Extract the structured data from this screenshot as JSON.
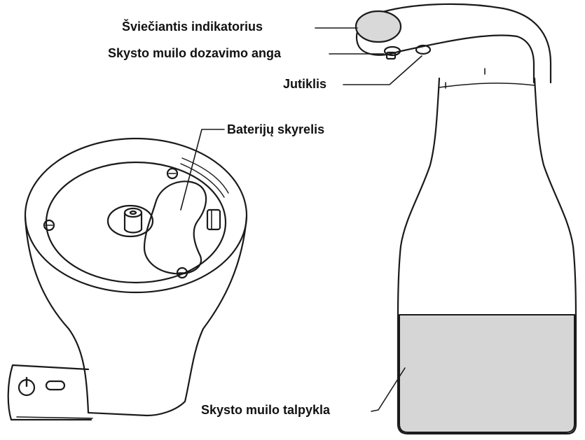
{
  "labels": {
    "indicator": "Šviečiantis indikatorius",
    "dosing_opening": "Skysto muilo dozavimo anga",
    "sensor": "Jutiklis",
    "battery_compartment": "Baterijų skyrelis",
    "soap_tank": "Skysto muilo talpykla"
  },
  "colors": {
    "outline": "#1a1a1a",
    "indicator_fill": "#d9d9d9",
    "tank_fill": "#d6d6d6",
    "background": "#ffffff"
  }
}
